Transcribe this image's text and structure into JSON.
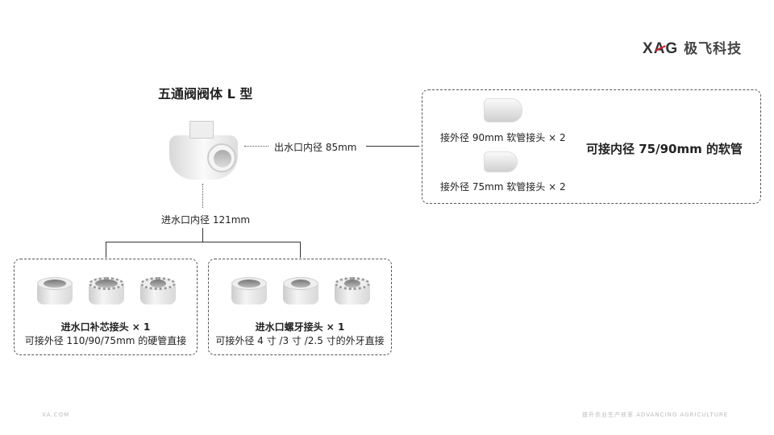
{
  "brand": {
    "logo_text": "XAG",
    "cn_name": "极飞科技"
  },
  "title": "五通阀阀体 L 型",
  "outlet_label": "出水口内径 85mm",
  "inlet_label": "进水口内径 121mm",
  "hose_box": {
    "items": [
      {
        "label": "接外径 90mm 软管接头 × 2"
      },
      {
        "label": "接外径 75mm 软管接头 × 2"
      }
    ],
    "summary": "可接内径 75/90mm 的软管"
  },
  "left_box": {
    "title": "进水口补芯接头 × 1",
    "desc": "可接外径 110/90/75mm 的硬管直接"
  },
  "right_box": {
    "title": "进水口螺牙接头 × 1",
    "desc": "可接外径 4 寸 /3 寸 /2.5 寸的外牙直接"
  },
  "footer": {
    "left": "XA.COM",
    "right": "提升农业生产效率 ADVANCING AGRICULTURE"
  }
}
